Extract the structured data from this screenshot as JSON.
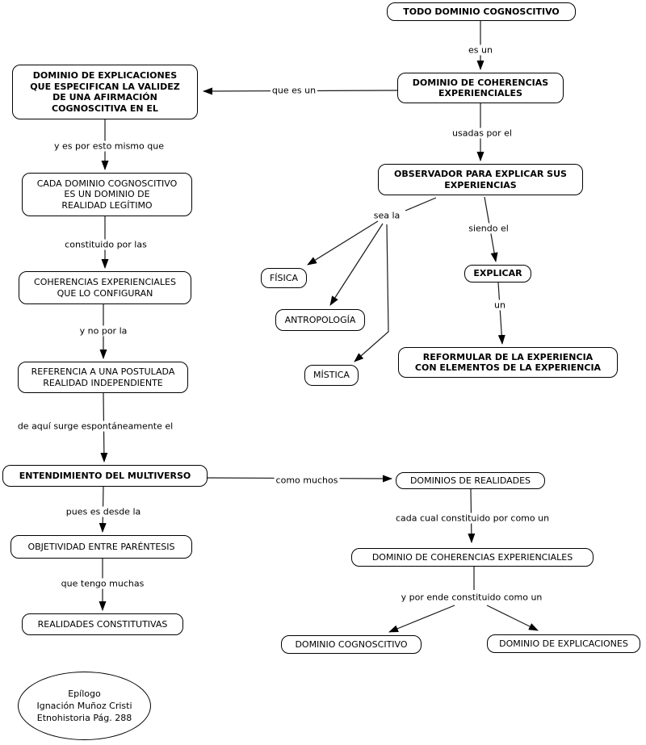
{
  "colors": {
    "background": "#ffffff",
    "node_fill": "#ffffff",
    "node_border": "#000000",
    "line": "#1a1a1a",
    "text": "#000000"
  },
  "nodes": {
    "todo_dominio": {
      "label": "TODO DOMINIO COGNOSCITIVO"
    },
    "dominio_explicaciones_validez": {
      "label": "DOMINIO DE EXPLICACIONES\nQUE ESPECIFICAN  LA VALIDEZ\nDE UNA AFIRMACIÓN\nCOGNOSCITIVA EN EL"
    },
    "dominio_coherencias": {
      "label": "DOMINIO DE COHERENCIAS\nEXPERIENCIALES"
    },
    "cada_dominio": {
      "label": "CADA DOMINIO COGNOSCITIVO\nES UN DOMINIO DE\nREALIDAD LEGÍTIMO"
    },
    "coherencias_configuran": {
      "label": "COHERENCIAS EXPERIENCIALES\nQUE LO CONFIGURAN"
    },
    "referencia_postulada": {
      "label": "REFERENCIA A UNA POSTULADA\nREALIDAD INDEPENDIENTE"
    },
    "entendimiento_multiverso": {
      "label": "ENTENDIMIENTO DEL MULTIVERSO"
    },
    "objetividad_parentesis": {
      "label": "OBJETIVIDAD ENTRE PARÉNTESIS"
    },
    "realidades_constitutivas": {
      "label": "REALIDADES CONSTITUTIVAS"
    },
    "observador": {
      "label": "OBSERVADOR PARA EXPLICAR SUS\nEXPERIENCIAS"
    },
    "fisica": {
      "label": "FÍSICA"
    },
    "antropologia": {
      "label": "ANTROPOLOGÍA"
    },
    "mistica": {
      "label": "MÍSTICA"
    },
    "explicar": {
      "label": "EXPLICAR"
    },
    "reformular": {
      "label": "REFORMULAR DE LA EXPERIENCIA\nCON ELEMENTOS DE LA EXPERIENCIA"
    },
    "dominios_realidades": {
      "label": "DOMINIOS DE REALIDADES"
    },
    "dominio_coherencias_exp": {
      "label": "DOMINIO DE COHERENCIAS EXPERIENCIALES"
    },
    "dominio_cognoscitivo": {
      "label": "DOMINIO COGNOSCITIVO"
    },
    "dominio_explicaciones": {
      "label": "DOMINIO DE EXPLICACIONES"
    }
  },
  "links": {
    "es_un": "es un",
    "que_es_un": "que es un",
    "usadas_por_el": "usadas por el",
    "y_es_por_esto": "y es por esto mismo que",
    "constituido_por_las": "constituido por las",
    "y_no_por_la": "y no por la",
    "de_aqui_surge": "de aquí surge espontáneamente el",
    "pues_es_desde_la": "pues es desde la",
    "que_tengo_muchas": "que tengo muchas",
    "como_muchos": "como muchos",
    "sea_la": "sea la",
    "siendo_el": "siendo el",
    "un": "un",
    "cada_cual": "cada cual constituido por como un",
    "y_por_ende": "y por ende constituido como un"
  },
  "annotation": {
    "text": "Epílogo\nIgnación Muñoz Cristi\nEtnohistoria Pág. 288"
  }
}
